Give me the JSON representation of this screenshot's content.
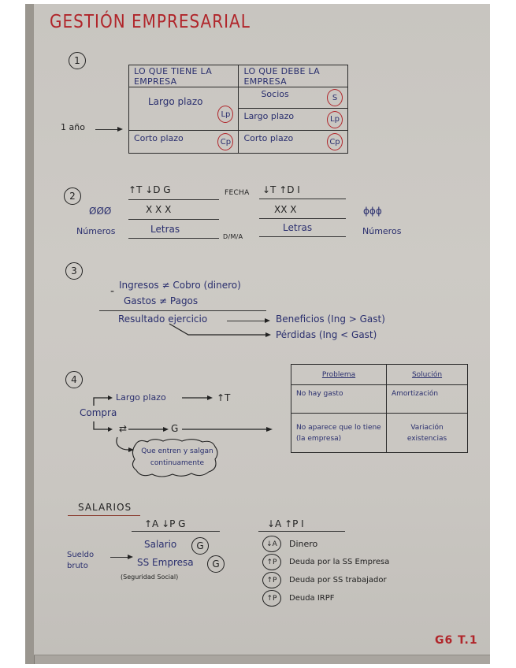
{
  "title": "GESTIÓN EMPRESARIAL",
  "footer_tag": "G6 T.1",
  "section1": {
    "number": "1",
    "side_label": "1 año",
    "headers": [
      "LO QUE TIENE LA EMPRESA",
      "LO QUE DEBE LA EMPRESA"
    ],
    "left_rows": [
      {
        "text": "Largo plazo",
        "badge": "Lp"
      },
      {
        "text": "Corto plazo",
        "badge": "Cp"
      }
    ],
    "right_rows": [
      {
        "text": "Socios",
        "badge": "S"
      },
      {
        "text": "Largo plazo",
        "badge": "Lp"
      },
      {
        "text": "Corto plazo",
        "badge": "Cp"
      }
    ]
  },
  "section2": {
    "number": "2",
    "left_header": "↑T  ↓D   G",
    "middle_top": "FECHA",
    "right_header": "↓T ↑D  I",
    "left_symbols": "ØØØ",
    "left_x": "X  X  X",
    "right_x": "XX X",
    "right_symbols": "ϕϕϕ",
    "left_label": "Números",
    "left_letras": "Letras",
    "middle_bottom": "D/M/A",
    "right_letras": "Letras",
    "right_label": "Números"
  },
  "section3": {
    "number": "3",
    "minus": "-",
    "line1": "Ingresos ≠ Cobro (dinero)",
    "line2": "Gastos ≠ Pagos",
    "result": "Resultado ejercicio",
    "outcome1": "Beneficios (Ing > Gast)",
    "outcome2": "Pérdidas (Ing < Gast)"
  },
  "section4": {
    "number": "4",
    "root": "Compra",
    "branch1": "Largo plazo",
    "branch1_result": "↑T",
    "branch2_symbol": "⇄",
    "branch2_result": "G",
    "cloud_note": "Que entren y salgan continuamente",
    "table": {
      "headers": [
        "Problema",
        "Solución"
      ],
      "rows": [
        [
          "No hay gasto",
          "Amortización"
        ],
        [
          "No aparece que lo tiene (la empresa)",
          "Variación existencias"
        ]
      ]
    }
  },
  "salarios": {
    "heading": "SALARIOS",
    "left_header": "↑A  ↓P   G",
    "left_items": [
      {
        "text": "Salario",
        "badge": "G"
      },
      {
        "text": "SS Empresa",
        "badge": "G"
      }
    ],
    "ss_note": "(Seguridad Social)",
    "sueldo_label": "Sueldo bruto",
    "right_header": "↓A ↑P  I",
    "right_items": [
      {
        "badge": "↓A",
        "text": "Dinero"
      },
      {
        "badge": "↑P",
        "text": "Deuda por la SS Empresa"
      },
      {
        "badge": "↑P",
        "text": "Deuda por SS trabajador"
      },
      {
        "badge": "↑P",
        "text": "Deuda IRPF"
      }
    ]
  },
  "colors": {
    "red_ink": "#b0252a",
    "blue_ink": "#2a2f6e",
    "black_ink": "#222222",
    "paper": "#cbc8c3"
  }
}
